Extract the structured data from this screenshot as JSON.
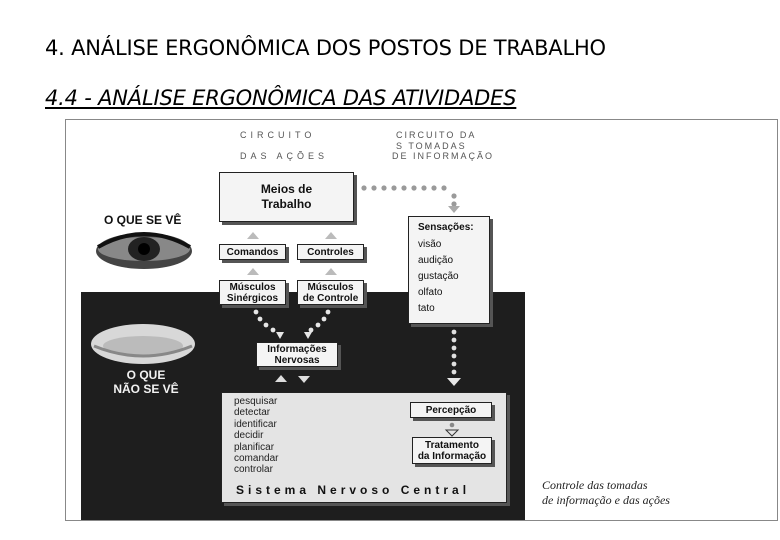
{
  "heading": "4. ANÁLISE ERGONÔMICA DOS POSTOS DE TRABALHO",
  "subheading": "4.4 - ANÁLISE ERGONÔMICA DAS ATIVIDADES",
  "diagram": {
    "circuito_acoes_line1": "CIRCUITO",
    "circuito_acoes_line2": "DAS AÇÕES",
    "circuito_info_line1": "CIRCUITO DA",
    "circuito_info_line2": "S TOMADAS",
    "circuito_info_line3": "DE INFORMAÇÃO",
    "o_que_se_ve": "O QUE SE VÊ",
    "o_que_nao_se_ve_line1": "O QUE",
    "o_que_nao_se_ve_line2": "NÃO SE VÊ",
    "meios_line1": "Meios de",
    "meios_line2": "Trabalho",
    "comandos": "Comandos",
    "controles": "Controles",
    "musculos_sinergicos_line1": "Músculos",
    "musculos_sinergicos_line2": "Sinérgicos",
    "musculos_controle_line1": "Músculos",
    "musculos_controle_line2": "de Controle",
    "informacoes_line1": "Informações",
    "informacoes_line2": "Nervosas",
    "sensacoes_title": "Sensações:",
    "sensacoes": [
      "visão",
      "audição",
      "gustação",
      "olfato",
      "tato"
    ],
    "snc_actions": [
      "pesquisar",
      "detectar",
      "identificar",
      "decidir",
      "planificar",
      "comandar",
      "controlar"
    ],
    "snc_title": "Sistema Nervoso Central",
    "percepcao": "Percepção",
    "tratamento_line1": "Tratamento",
    "tratamento_line2": "da Informação",
    "caption_line1": "Controle das tomadas",
    "caption_line2": "de informação e das ações"
  }
}
